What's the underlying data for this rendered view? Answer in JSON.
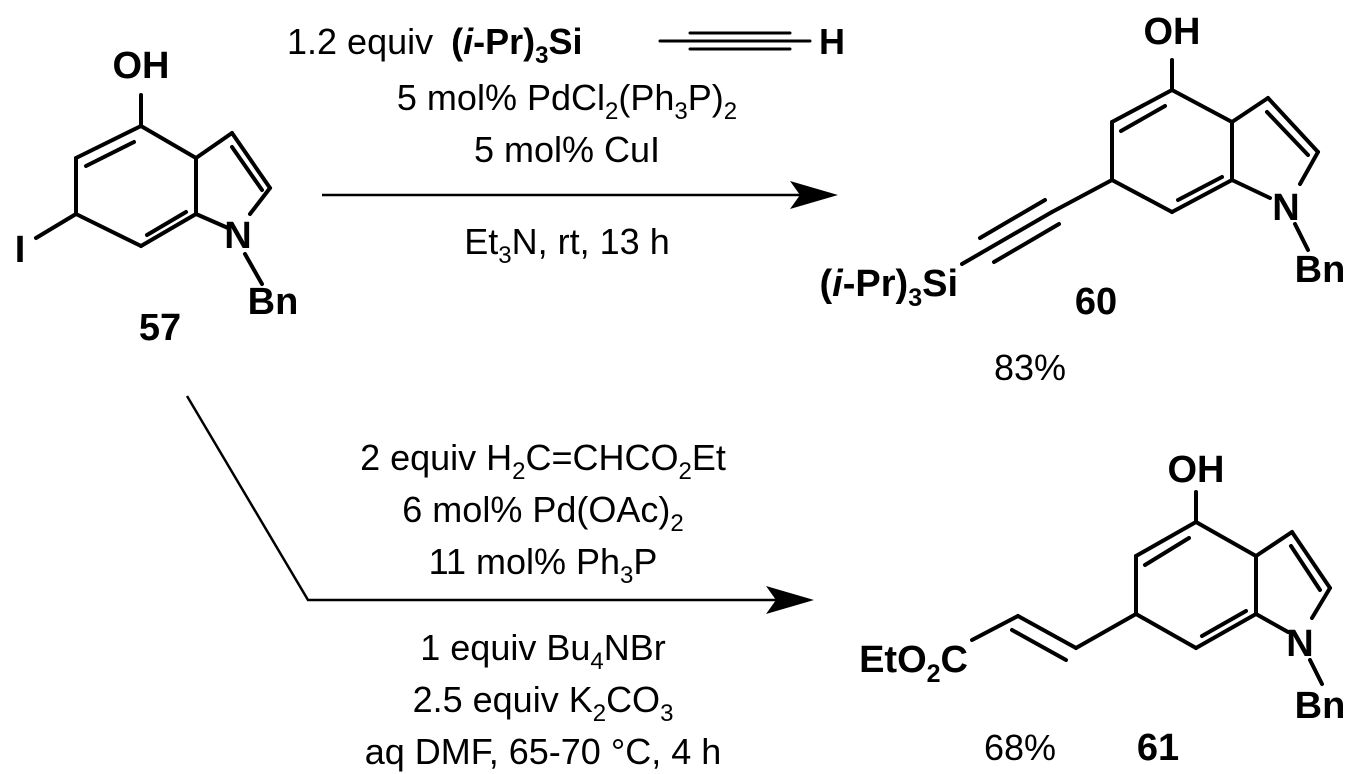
{
  "compounds": {
    "c57": {
      "number": "57",
      "oh": "OH",
      "iodo": "I",
      "n": "N",
      "bn": "Bn"
    },
    "c60": {
      "number": "60",
      "oh": "OH",
      "n": "N",
      "bn": "Bn",
      "tips_open": "(",
      "tips_i": "i",
      "tips_rest": "-Pr)",
      "tips_sub": "3",
      "tips_si": "Si",
      "yield": "83%"
    },
    "c61": {
      "number": "61",
      "oh": "OH",
      "n": "N",
      "bn": "Bn",
      "ester_a": "EtO",
      "ester_sub": "2",
      "ester_b": "C",
      "yield": "68%"
    }
  },
  "reaction1": {
    "line1": {
      "pre": "1.2 equiv ",
      "tips_open": "(",
      "tips_i": "i",
      "tips_rest": "-Pr)",
      "tips_sub": "3",
      "tips_si": "Si",
      "h": "H"
    },
    "line2": {
      "a": "5 mol% PdCl",
      "s1": "2",
      "b": "(Ph",
      "s2": "3",
      "c": "P)",
      "s3": "2"
    },
    "line3": "5 mol% CuI",
    "line4": {
      "a": "Et",
      "s1": "3",
      "b": "N, rt, 13 h"
    }
  },
  "reaction2": {
    "line1": {
      "a": "2 equiv H",
      "s1": "2",
      "b": "C=CHCO",
      "s2": "2",
      "c": "Et"
    },
    "line2": {
      "a": "6 mol% Pd(OAc)",
      "s1": "2"
    },
    "line3": {
      "a": "11 mol% Ph",
      "s1": "3",
      "b": "P"
    },
    "line4": {
      "a": "1 equiv Bu",
      "s1": "4",
      "b": "NBr"
    },
    "line5": {
      "a": "2.5 equiv K",
      "s1": "2",
      "b": "CO",
      "s2": "3"
    },
    "line6": "aq DMF, 65-70 °C, 4 h"
  }
}
